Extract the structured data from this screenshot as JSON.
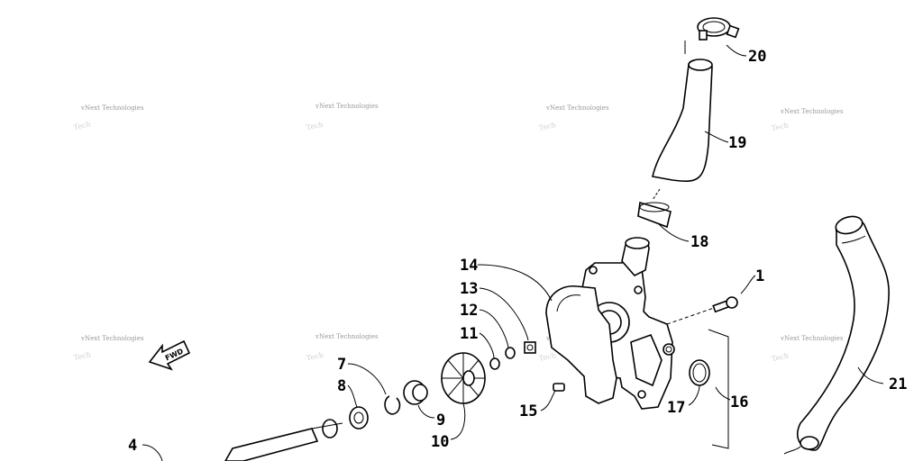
{
  "watermark": "vNext Technologies",
  "fwd_label": "FWD",
  "callouts": {
    "c1": "1",
    "c4": "4",
    "c7": "7",
    "c8": "8",
    "c9": "9",
    "c10": "10",
    "c11": "11",
    "c12": "12",
    "c13": "13",
    "c14": "14",
    "c15": "15",
    "c16": "16",
    "c17": "17",
    "c18": "18",
    "c19": "19",
    "c20": "20",
    "c21": "21"
  }
}
